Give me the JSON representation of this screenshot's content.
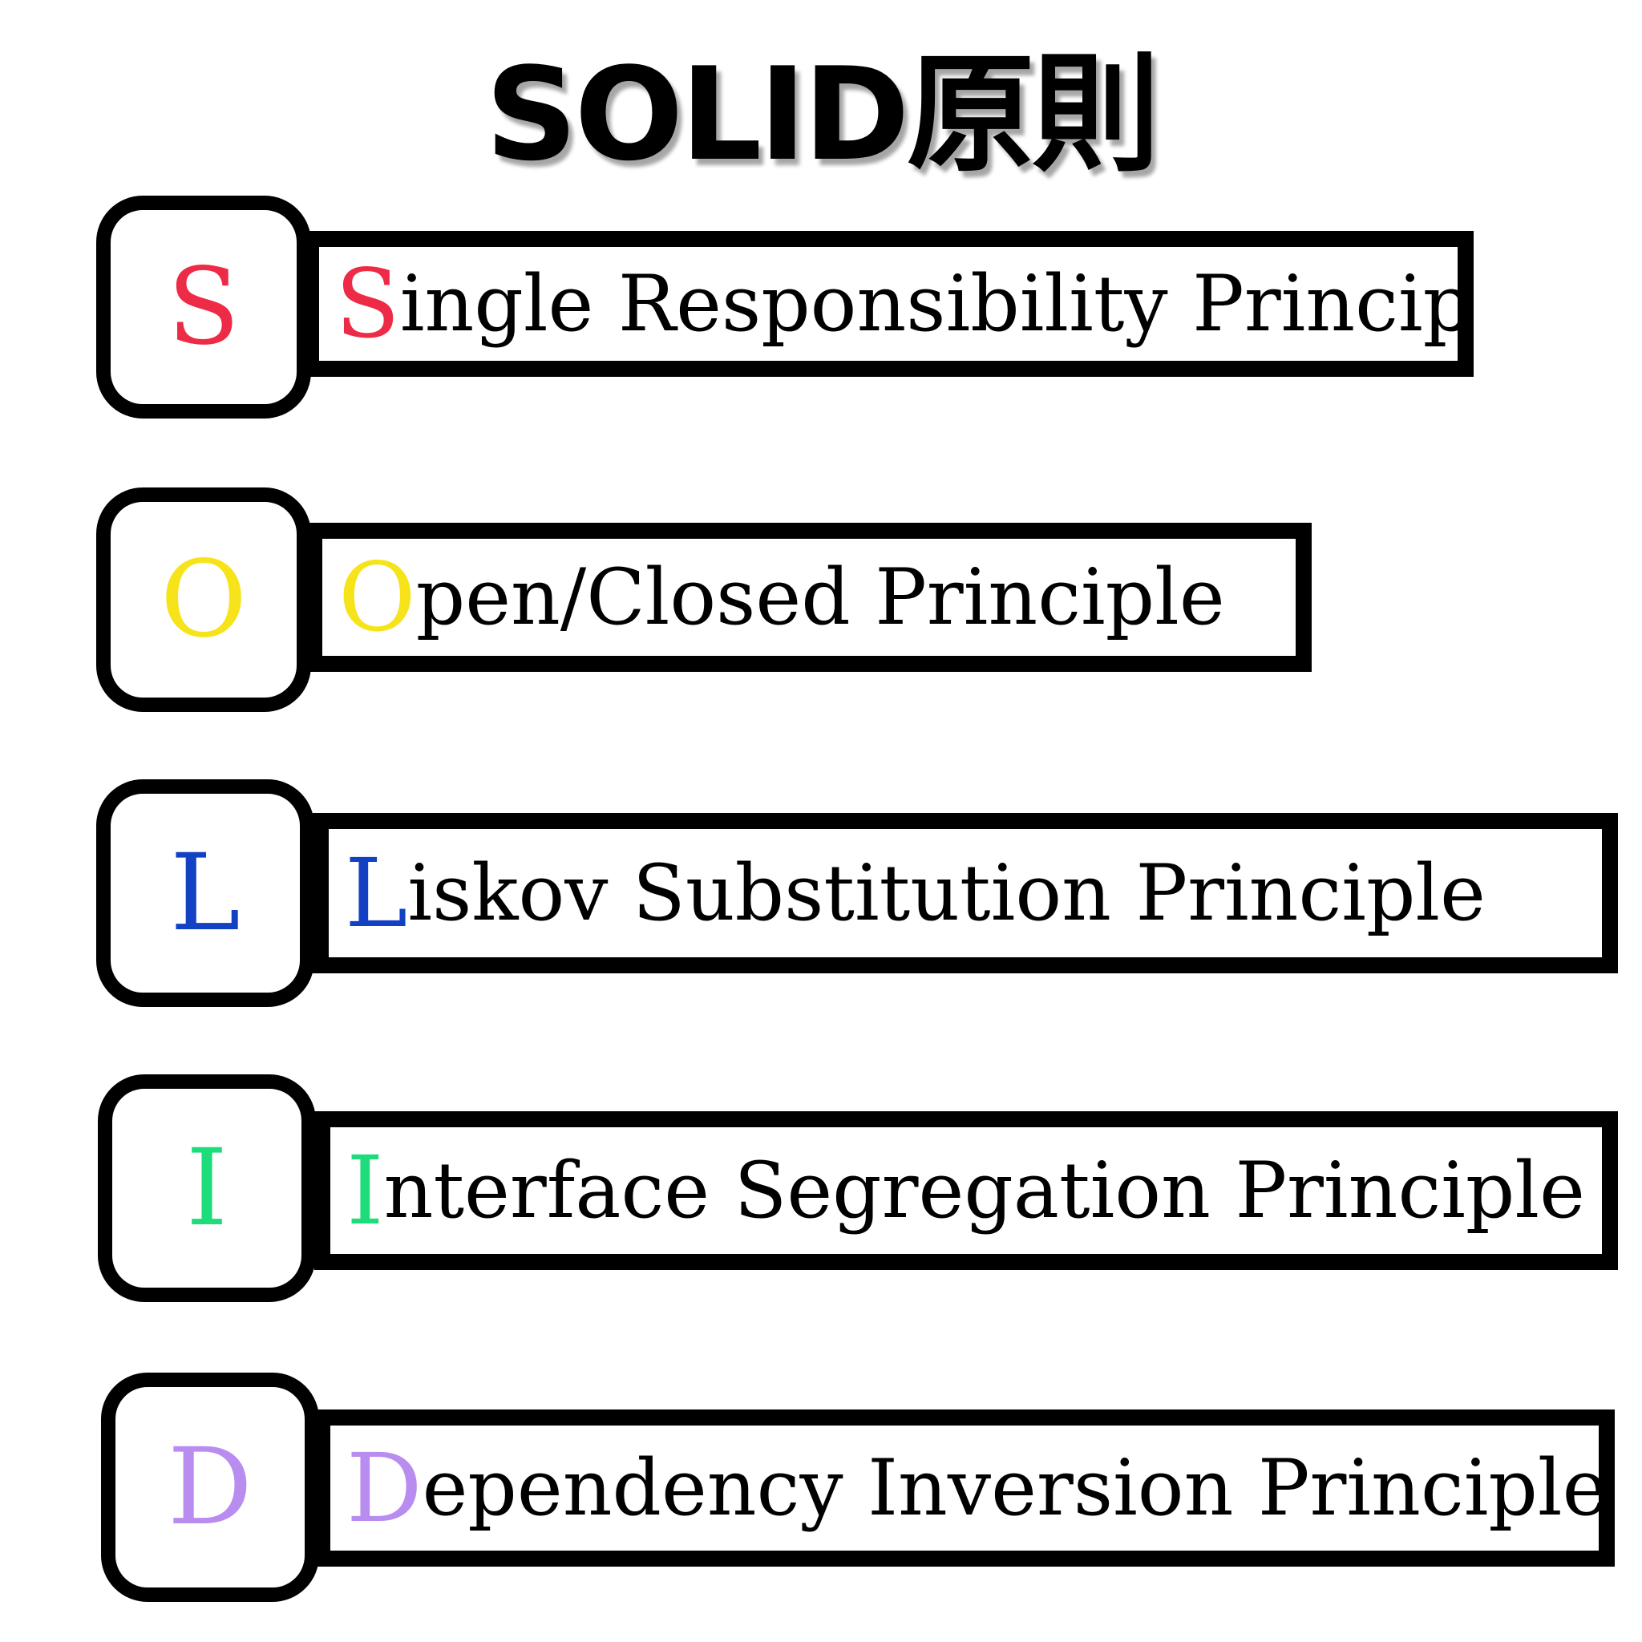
{
  "title": "SOLID原則",
  "principles": [
    {
      "letter": "S",
      "first": "S",
      "rest": "ingle Responsibility Principle",
      "color": "#ee2b47"
    },
    {
      "letter": "O",
      "first": "O",
      "rest": "pen/Closed Principle",
      "color": "#f6e31a"
    },
    {
      "letter": "L",
      "first": "L",
      "rest": "iskov Substitution Principle",
      "color": "#1241c4"
    },
    {
      "letter": "I",
      "first": "I",
      "rest": "nterface Segregation Principle",
      "color": "#1ddc7a"
    },
    {
      "letter": "D",
      "first": "D",
      "rest": "ependency Inversion Principle",
      "color": "#b98cf0"
    }
  ]
}
